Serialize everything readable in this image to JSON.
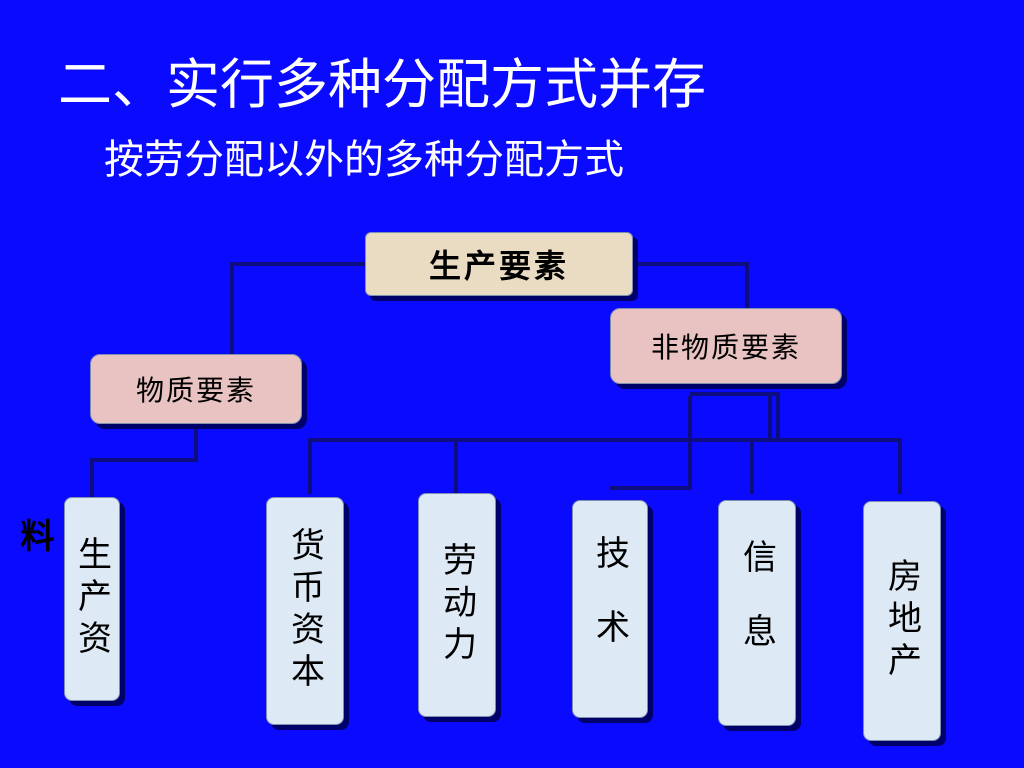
{
  "title": "二、实行多种分配方式并存",
  "subtitle": "按劳分配以外的多种分配方式",
  "root": "生产要素",
  "material": "物质要素",
  "nonmaterial": "非物质要素",
  "leaves": [
    "生产资",
    "货币资本",
    "劳动力",
    "技术",
    "信息",
    "房地产"
  ],
  "leaf0_overflow": "料",
  "colors": {
    "background": "#0a0aff",
    "root_box": "#e9dcc3",
    "mid_box": "#e9c2c2",
    "leaf_box": "#dde9f4",
    "connector": "#0d0d80"
  }
}
